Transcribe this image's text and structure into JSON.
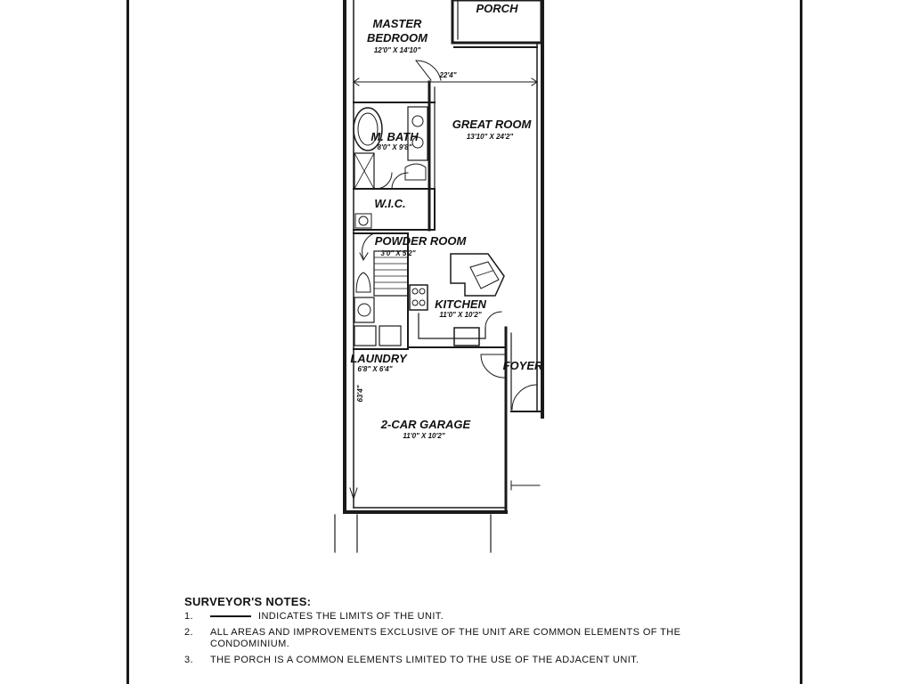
{
  "rooms": {
    "porch": "PORCH",
    "master_bedroom_line1": "MASTER",
    "master_bedroom_line2": "BEDROOM",
    "master_bedroom_size": "12'0\" X 14'10\"",
    "overall_width": "22'4\"",
    "great_room": "GREAT ROOM",
    "great_room_size": "13'10\" X 24'2\"",
    "bath": "M. BATH",
    "bath_size": "8'0\" X 9'8\"",
    "wic": "W.I.C.",
    "powder_room": "POWDER ROOM",
    "powder_room_size": "3'0\" X 5'2\"",
    "kitchen": "KITCHEN",
    "kitchen_size": "11'0\" X 10'2\"",
    "laundry": "LAUNDRY",
    "laundry_size": "6'8\" X 6'4\"",
    "foyer": "FOYER",
    "garage": "2-CAR GARAGE",
    "garage_size": "11'0\" X 10'2\"",
    "side_dim": "63'4\""
  },
  "notes": {
    "title": "SURVEYOR'S NOTES:",
    "items": [
      {
        "num": "1.",
        "text": "INDICATES THE LIMITS OF THE UNIT."
      },
      {
        "num": "2.",
        "text": "ALL AREAS AND IMPROVEMENTS EXCLUSIVE OF THE UNIT ARE COMMON ELEMENTS OF THE CONDOMINIUM."
      },
      {
        "num": "3.",
        "text": "THE PORCH IS A COMMON ELEMENTS LIMITED TO THE USE OF THE ADJACENT UNIT."
      }
    ]
  }
}
